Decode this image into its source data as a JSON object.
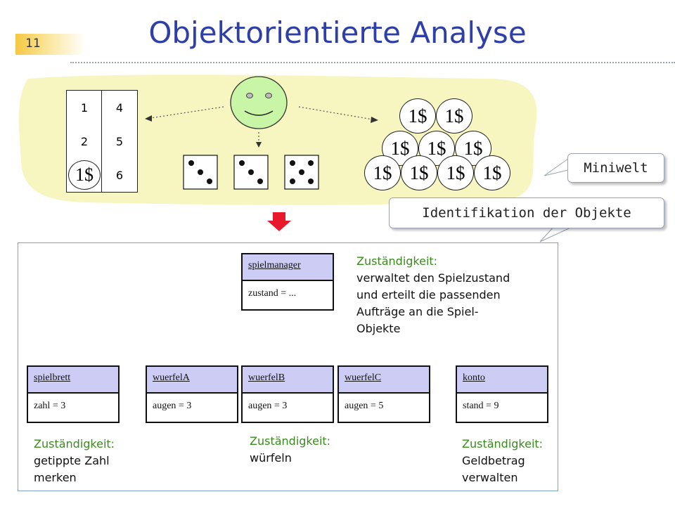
{
  "header": {
    "page_number": "11",
    "title": "Objektorientierte Analyse"
  },
  "miniworld": {
    "board_cells": [
      "1",
      "4",
      "2",
      "5",
      "1$",
      "6"
    ],
    "coins_row1": [
      "1$",
      "1$"
    ],
    "coins_row2": [
      "1$",
      "1$",
      "1$"
    ],
    "coins_row3": [
      "1$",
      "1$",
      "1$",
      "1$"
    ],
    "dice_faces": [
      3,
      3,
      5
    ],
    "world_color": "#f7f5c0",
    "smiley_color": "#c9f5a6"
  },
  "callouts": {
    "miniwelt": "Miniwelt",
    "identification": "Identifikation der Objekte"
  },
  "objects": {
    "spielmanager": {
      "name": "spielmanager",
      "attr": "zustand = ..."
    },
    "spielbrett": {
      "name": "spielbrett",
      "attr": "zahl = 3"
    },
    "wuerfelA": {
      "name": "wuerfelA",
      "attr": "augen = 3"
    },
    "wuerfelB": {
      "name": "wuerfelB",
      "attr": "augen = 3"
    },
    "wuerfelC": {
      "name": "wuerfelC",
      "attr": "augen = 5"
    },
    "konto": {
      "name": "konto",
      "attr": "stand = 9"
    }
  },
  "responsibilities": {
    "manager": {
      "label": "Zuständigkeit:",
      "lines": [
        "verwaltet den Spielzustand",
        "und erteilt die passenden",
        "Aufträge an die Spiel-",
        "Objekte"
      ]
    },
    "board": {
      "label": "Zuständigkeit:",
      "lines": [
        "getippte Zahl",
        "merken"
      ]
    },
    "dice": {
      "label": "Zuständigkeit:",
      "lines": [
        "würfeln"
      ]
    },
    "account": {
      "label": "Zuständigkeit:",
      "lines": [
        "Geldbetrag",
        "verwalten"
      ]
    }
  },
  "colors": {
    "title": "#2e3fa8",
    "object_header": "#ccccf5",
    "responsibility_label": "#3a8a1f",
    "arrow": "#e8192c"
  }
}
